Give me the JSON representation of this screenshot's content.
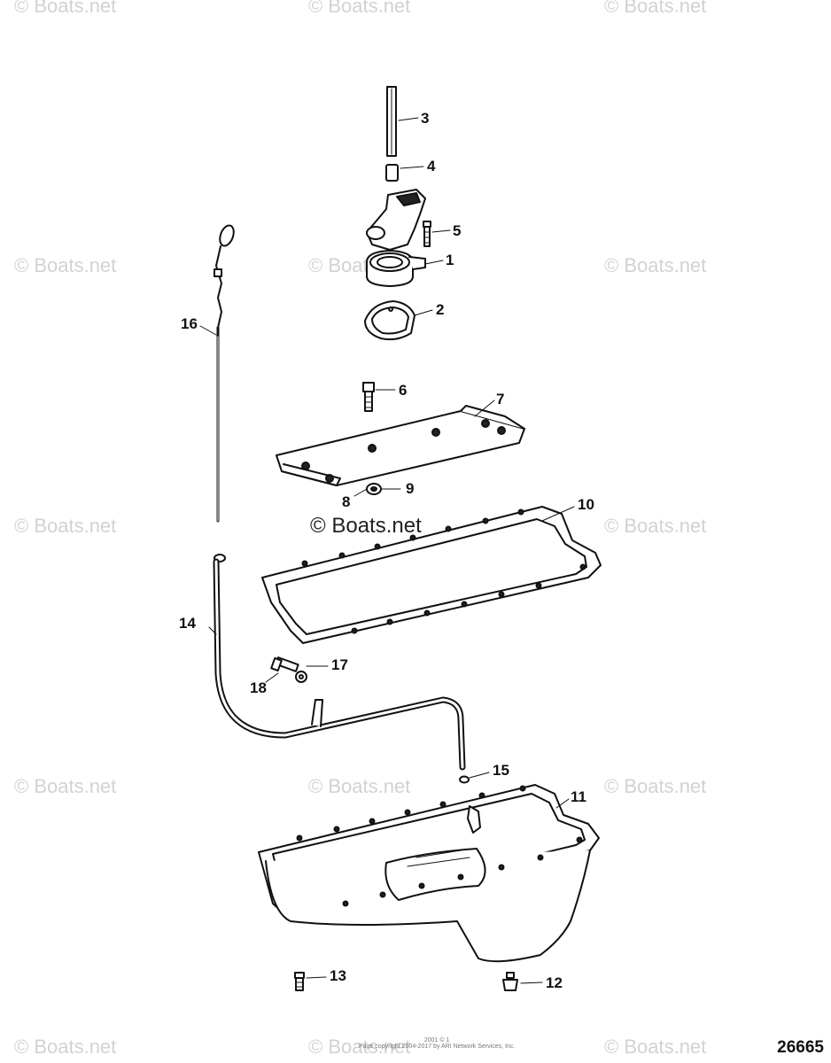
{
  "watermark": "© Boats.net",
  "center_watermark": "© Boats.net",
  "diagram_id": "26665",
  "copyright_top": "2001 © 1",
  "copyright_line": "Page copyright 2004-2017 by ARI Network Services, Inc.",
  "parts": {
    "p1": "1",
    "p2": "2",
    "p3": "3",
    "p4": "4",
    "p5": "5",
    "p6": "6",
    "p7": "7",
    "p8": "8",
    "p9": "9",
    "p10": "10",
    "p11": "11",
    "p12": "12",
    "p13": "13",
    "p14": "14",
    "p15": "15",
    "p16": "16",
    "p17": "17",
    "p18": "18"
  }
}
